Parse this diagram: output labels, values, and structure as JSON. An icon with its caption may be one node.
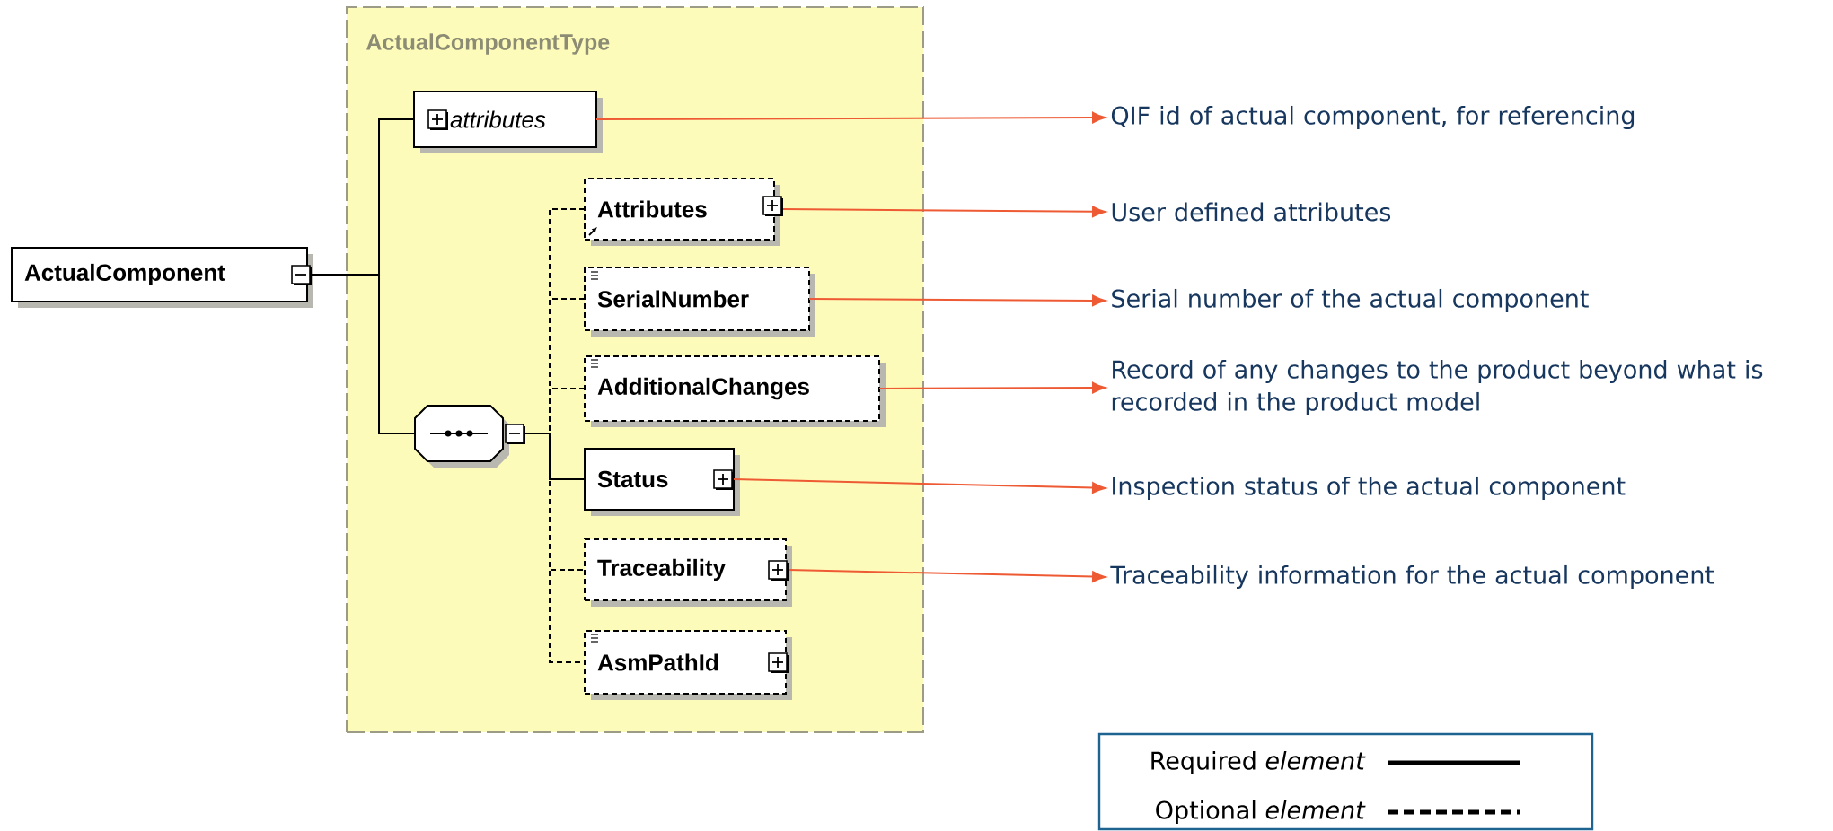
{
  "diagram": {
    "nodes": [
      {
        "text": [
          "ActualComponentType"
        ]
      },
      {
        "text": [
          "ActualComponent"
        ]
      },
      {
        "text": [
          "attributes"
        ],
        "in": 0
      },
      {
        "text": [],
        "shape": "octagon",
        "in": 0
      },
      {
        "text": [
          "Attributes"
        ],
        "in": 0
      },
      {
        "text": [
          "SerialNumber"
        ],
        "in": 0
      },
      {
        "text": [
          "AdditionalChanges"
        ],
        "in": 0
      },
      {
        "text": [
          "Status"
        ],
        "in": 0
      },
      {
        "text": [
          "Traceability"
        ],
        "in": 0
      },
      {
        "text": [
          "AsmPathId"
        ],
        "in": 0
      },
      {
        "text": [
          "QIF id of actual component, for referencing"
        ]
      },
      {
        "text": [
          "User defined attributes"
        ]
      },
      {
        "text": [
          "Serial number of the actual component"
        ]
      },
      {
        "text": [
          "Record of any changes to the product beyond what is recorded in the product model"
        ]
      },
      {
        "text": [
          "Inspection status of the actual component"
        ]
      },
      {
        "text": [
          "Traceability information for the actual component"
        ]
      }
    ],
    "edges": [
      {
        "from": 1,
        "to": 2,
        "arrow": "none"
      },
      {
        "from": 1,
        "to": 3,
        "arrow": "none"
      },
      {
        "from": 3,
        "to": 4,
        "arrow": "none",
        "style": "dashed"
      },
      {
        "from": 3,
        "to": 5,
        "arrow": "none",
        "style": "dashed"
      },
      {
        "from": 3,
        "to": 6,
        "arrow": "none",
        "style": "dashed"
      },
      {
        "from": 3,
        "to": 7,
        "arrow": "none"
      },
      {
        "from": 3,
        "to": 8,
        "arrow": "none",
        "style": "dashed"
      },
      {
        "from": 3,
        "to": 9,
        "arrow": "none",
        "style": "dashed"
      },
      {
        "from": 2,
        "to": 10,
        "arrow": "to",
        "color": "#ee5a33"
      },
      {
        "from": 4,
        "to": 11,
        "arrow": "to",
        "color": "#ee5a33"
      },
      {
        "from": 5,
        "to": 12,
        "arrow": "to",
        "color": "#ee5a33"
      },
      {
        "from": 6,
        "to": 13,
        "arrow": "to",
        "color": "#ee5a33"
      },
      {
        "from": 7,
        "to": 14,
        "arrow": "to",
        "color": "#ee5a33"
      },
      {
        "from": 8,
        "to": 15,
        "arrow": "to",
        "color": "#ee5a33"
      }
    ],
    "legend": [
      {
        "text": "Required *element*"
      },
      {
        "text": "Optional *element*"
      }
    ]
  }
}
